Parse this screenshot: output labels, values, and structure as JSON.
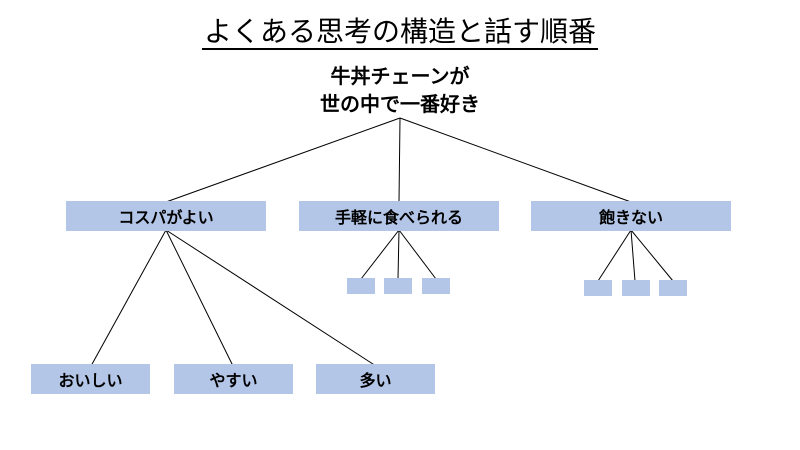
{
  "title": "よくある思考の構造と話す順番",
  "root": {
    "line1": "牛丼チェーンが",
    "line2": "世の中で一番好き"
  },
  "branches": [
    {
      "label": "コスパがよい",
      "children": [
        "おいしい",
        "やすい",
        "多い"
      ]
    },
    {
      "label": "手軽に食べられる"
    },
    {
      "label": "飽きない"
    }
  ],
  "colors": {
    "box_fill": "#b4c6e7",
    "line": "#000000"
  }
}
